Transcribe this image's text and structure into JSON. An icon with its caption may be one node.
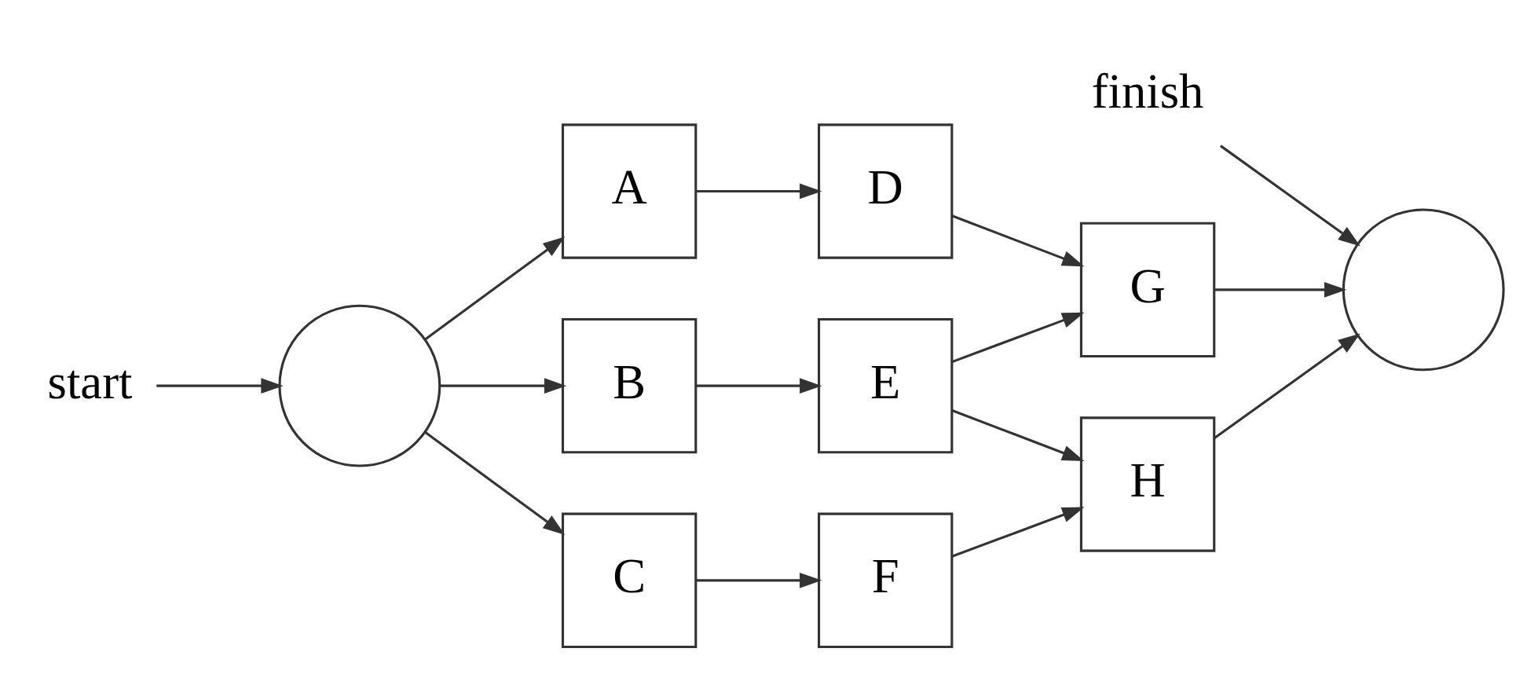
{
  "diagram": {
    "nodes": [
      {
        "text": [],
        "shape": "circle"
      },
      {
        "text": [
          "A"
        ]
      },
      {
        "text": [
          "B"
        ]
      },
      {
        "text": [
          "C"
        ]
      },
      {
        "text": [
          "D"
        ]
      },
      {
        "text": [
          "E"
        ]
      },
      {
        "text": [
          "F"
        ]
      },
      {
        "text": [
          "G"
        ]
      },
      {
        "text": [
          "H"
        ]
      },
      {
        "text": [],
        "shape": "circle"
      },
      {
        "text": [
          "start"
        ]
      },
      {
        "text": [
          "finish"
        ]
      }
    ],
    "edges": [
      {
        "from": 0,
        "to": 1,
        "arrow": "to"
      },
      {
        "from": 0,
        "to": 2,
        "arrow": "to"
      },
      {
        "from": 0,
        "to": 3,
        "arrow": "to"
      },
      {
        "from": 1,
        "to": 4,
        "arrow": "to"
      },
      {
        "from": 2,
        "to": 5,
        "arrow": "to"
      },
      {
        "from": 3,
        "to": 6,
        "arrow": "to"
      },
      {
        "from": 4,
        "to": 7,
        "arrow": "to"
      },
      {
        "from": 5,
        "to": 7,
        "arrow": "to"
      },
      {
        "from": 5,
        "to": 8,
        "arrow": "to"
      },
      {
        "from": 6,
        "to": 8,
        "arrow": "to"
      },
      {
        "from": 7,
        "to": 9,
        "arrow": "to"
      },
      {
        "from": 8,
        "to": 9,
        "arrow": "to"
      },
      {
        "from": 10,
        "to": 0,
        "arrow": "to"
      },
      {
        "from": 11,
        "to": 9,
        "arrow": "to"
      }
    ]
  }
}
